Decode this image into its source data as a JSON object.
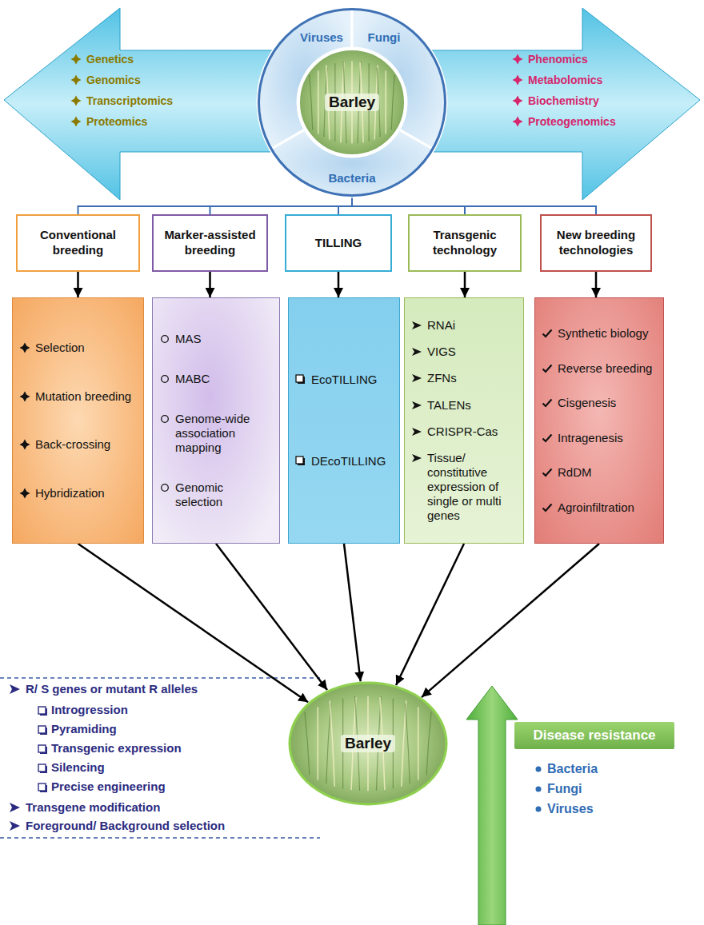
{
  "diagram": {
    "nodes": [
      {
        "text": [
          "Genetics",
          "Genomics",
          "Transcriptomics",
          "Proteomics",
          "Phenomics",
          "Metabolomics",
          "Biochemistry",
          "Proteogenomics"
        ]
      },
      {
        "text": [
          "Viruses"
        ]
      },
      {
        "text": [
          "Fungi"
        ]
      },
      {
        "text": [
          "Barley"
        ]
      },
      {
        "text": [
          "Bacteria"
        ]
      },
      {
        "text": [
          "Conventional breeding"
        ]
      },
      {
        "text": [
          "Marker-assisted breeding"
        ]
      },
      {
        "text": [
          "TILLING"
        ]
      },
      {
        "text": [
          "Transgenic technology"
        ]
      },
      {
        "text": [
          "New breeding technologies"
        ]
      },
      {
        "text": [
          "Selection",
          "Mutation breeding",
          "Back-crossing",
          "Hybridization"
        ]
      },
      {
        "text": [
          "MAS",
          "MABC",
          "Genome-wide association mapping",
          "Genomic selection"
        ]
      },
      {
        "text": [
          "EcoTILLING",
          "DEcoTILLING"
        ]
      },
      {
        "text": [
          "RNAi",
          "VIGS",
          "ZFNs",
          "TALENs",
          "CRISPR-Cas",
          "Tissue/ constitutive expression of single or multi genes"
        ]
      },
      {
        "text": [
          "Synthetic biology",
          "Reverse breeding",
          "Cisgenesis",
          "Intragenesis",
          "RdDM",
          "Agroinfiltration"
        ]
      },
      {
        "text": [
          "Barley"
        ]
      },
      {
        "text": [
          "Disease resistance"
        ]
      }
    ],
    "edges": [
      {
        "from": 4,
        "to": 5,
        "arrow": "none"
      },
      {
        "from": 4,
        "to": 6,
        "arrow": "none"
      },
      {
        "from": 4,
        "to": 7,
        "arrow": "none"
      },
      {
        "from": 4,
        "to": 8,
        "arrow": "none"
      },
      {
        "from": 4,
        "to": 9,
        "arrow": "none"
      },
      {
        "from": 5,
        "to": 10,
        "arrow": "to"
      },
      {
        "from": 6,
        "to": 11,
        "arrow": "to"
      },
      {
        "from": 7,
        "to": 12,
        "arrow": "to"
      },
      {
        "from": 8,
        "to": 13,
        "arrow": "to"
      },
      {
        "from": 9,
        "to": 14,
        "arrow": "to"
      },
      {
        "from": 10,
        "to": 15,
        "arrow": "to"
      },
      {
        "from": 11,
        "to": 15,
        "arrow": "to"
      },
      {
        "from": 12,
        "to": 15,
        "arrow": "to"
      },
      {
        "from": 13,
        "to": 15,
        "arrow": "to"
      },
      {
        "from": 14,
        "to": 15,
        "arrow": "to"
      }
    ],
    "labels": [
      "R/ S genes or mutant R alleles",
      "Introgression",
      "Pyramiding",
      "Transgenic expression",
      "Silencing",
      "Precise engineering",
      "Transgene modification",
      "Foreground/ Background selection",
      "Bacteria",
      "Fungi",
      "Viruses"
    ]
  }
}
